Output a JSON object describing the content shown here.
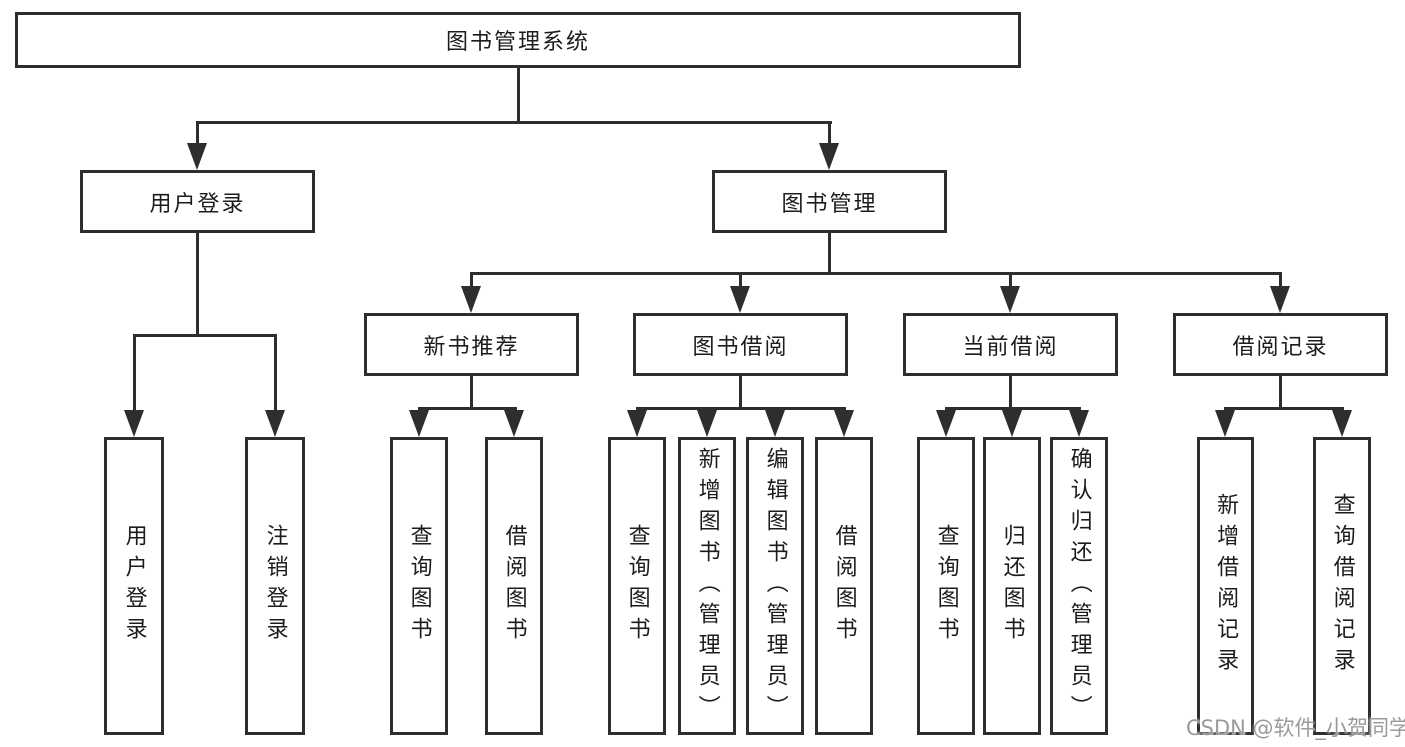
{
  "watermark": "CSDN @软件_小贺同学",
  "colors": {
    "line": "#2e2e2e",
    "text": "#1c1c1c",
    "box_bg": "#ffffff",
    "watermark": "#9a9a9a"
  },
  "tree": {
    "root": {
      "label": "图书管理系统"
    },
    "user_login": {
      "label": "用户登录",
      "children": [
        "用户登录",
        "注销登录"
      ]
    },
    "book_mgmt": {
      "label": "图书管理",
      "groups": [
        {
          "label": "新书推荐",
          "children": [
            "查询图书",
            "借阅图书"
          ]
        },
        {
          "label": "图书借阅",
          "children": [
            "查询图书",
            "新增图书（管理员）",
            "编辑图书（管理员）",
            "借阅图书"
          ]
        },
        {
          "label": "当前借阅",
          "children": [
            "查询图书",
            "归还图书",
            "确认归还（管理员）"
          ]
        },
        {
          "label": "借阅记录",
          "children": [
            "新增借阅记录",
            "查询借阅记录"
          ]
        }
      ]
    }
  }
}
